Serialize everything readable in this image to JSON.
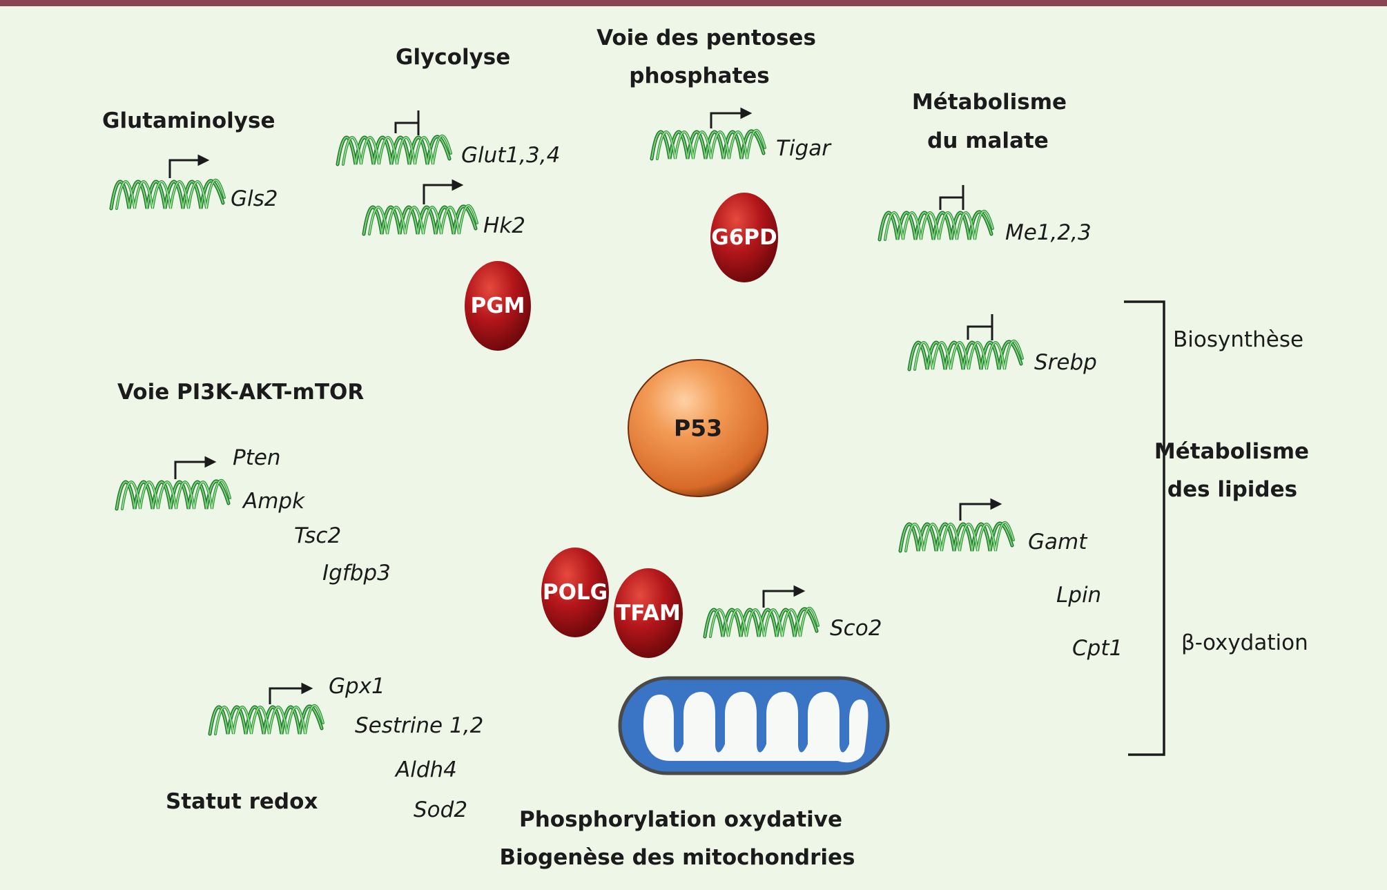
{
  "sections": {
    "glutaminolyse": "Glutaminolyse",
    "glycolyse": "Glycolyse",
    "pentoses_line1": "Voie des pentoses",
    "pentoses_line2": "phosphates",
    "malate_line1": "Métabolisme",
    "malate_line2": "du malate",
    "pi3k": "Voie PI3K-AKT-mTOR",
    "redox": "Statut redox",
    "lipides_line1": "Métabolisme",
    "lipides_line2": "des lipides",
    "biosynthese": "Biosynthèse",
    "beta_oxydation": "β-oxydation",
    "oxphos_line1": "Phosphorylation oxydative",
    "oxphos_line2": "Biogenèse des mitochondries"
  },
  "genes": {
    "gls2": "Gls2",
    "glut": "Glut1,3,4",
    "hk2": "Hk2",
    "tigar": "Tigar",
    "me": "Me1,2,3",
    "srebp": "Srebp",
    "pten": "Pten",
    "ampk": "Ampk",
    "tsc2": "Tsc2",
    "igfbp3": "Igfbp3",
    "gamt": "Gamt",
    "lpin": "Lpin",
    "cpt1": "Cpt1",
    "sco2": "Sco2",
    "gpx1": "Gpx1",
    "sestrine": "Sestrine 1,2",
    "aldh4": "Aldh4",
    "sod2": "Sod2"
  },
  "proteins": {
    "p53": "P53",
    "pgm": "PGM",
    "g6pd": "G6PD",
    "polg": "POLG",
    "tfam": "TFAM"
  },
  "colors": {
    "top_bar": "#8b4451",
    "background": "#eef6e8",
    "dna_green": "#3aa046",
    "protein_red": "#a30f12",
    "p53_orange": "#e8823c",
    "mito_blue": "#3a74c4"
  },
  "icons": {
    "gene": "dna-double-helix-icon",
    "activation": "activation-arrow-icon",
    "repression": "repression-bar-icon",
    "organelle": "mitochondrion-icon"
  }
}
